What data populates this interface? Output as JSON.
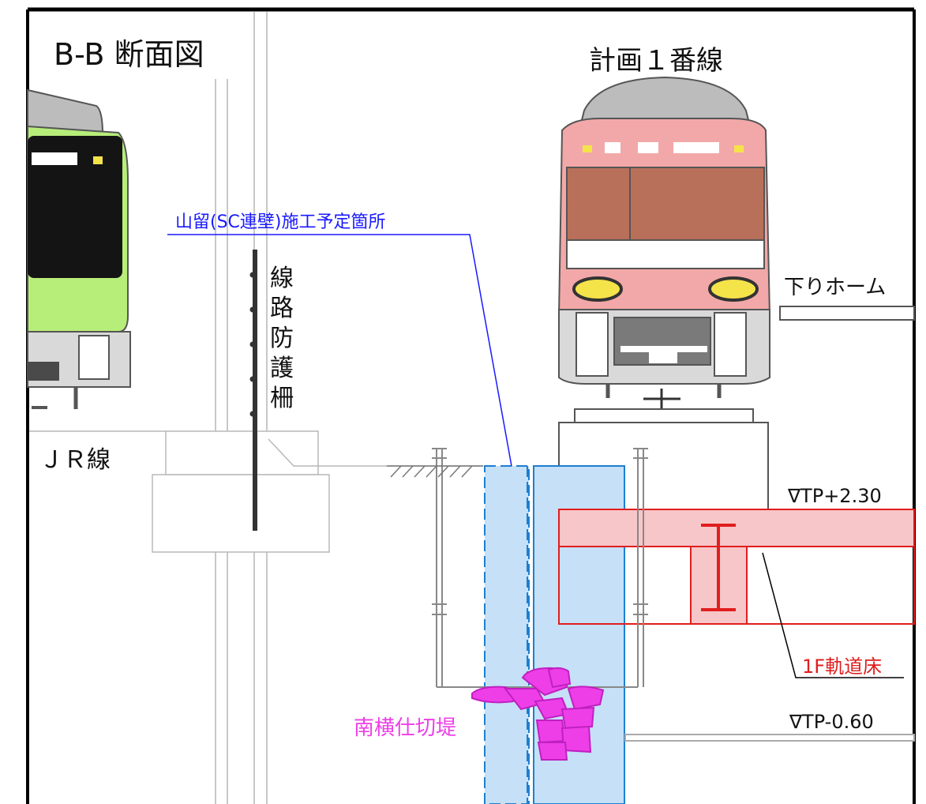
{
  "title": "B-B 断面図",
  "train_label": "計画１番線",
  "platform_label": "下りホーム",
  "jr_label": "ＪＲ線",
  "fence_label_chars": [
    "線",
    "路",
    "防",
    "護",
    "柵"
  ],
  "sc_wall_label": "山留(SC連壁)施工予定箇所",
  "level_top": "∇TP+2.30",
  "level_bottom": "∇TP-0.60",
  "track_floor_label": "1F軌道床",
  "embankment_label": "南横仕切堤",
  "colors": {
    "frame": "#000000",
    "sc_wall_fill": "#c5e0f7",
    "sc_wall_stroke": "#1e7fd0",
    "track_floor_fill": "#f7c6c8",
    "track_floor_stroke": "#e01e1e",
    "embankment": "#ee3ee8",
    "sc_label": "#1a1aff",
    "train_red": "#f2a8a8",
    "train_green": "#b7ee7a"
  }
}
